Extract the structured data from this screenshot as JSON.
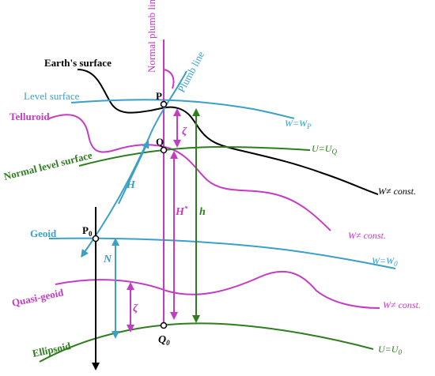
{
  "colors": {
    "black": "#000000",
    "cyan": "#3aa0c8",
    "magenta": "#c43cc4",
    "green": "#2e7d1f"
  },
  "labels": {
    "earth_surface": "Earth's surface",
    "level_surface": "Level surface",
    "telluroid": "Telluroid",
    "normal_level_surface": "Normal level surface",
    "geoid": "Geoid",
    "quasi_geoid": "Quasi-geoid",
    "ellipsoid": "Ellipsoid",
    "normal_plumb_line": "Normal plumb line",
    "plumb_line": "Plumb line",
    "point_p": "P",
    "point_q": "Q",
    "point_p0": "P",
    "point_p0_sub": "0",
    "point_q0": "Q",
    "point_q0_sub": "0",
    "zeta_upper": "ζ",
    "zeta_lower": "ζ",
    "h_ortho": "H",
    "h_normal": "H",
    "h_normal_sup": "*",
    "h_ellip": "h",
    "n_geoid": "N",
    "w_wp": "W=W",
    "w_wp_sub": "P",
    "u_uq": "U=U",
    "u_uq_sub": "Q",
    "w_neq_1": "W≠ const.",
    "w_neq_2": "W≠ const.",
    "w_w0": "W=W",
    "w_w0_sub": "0",
    "w_neq_3": "W≠ const.",
    "u_u0": "U=U",
    "u_u0_sub": "0"
  }
}
